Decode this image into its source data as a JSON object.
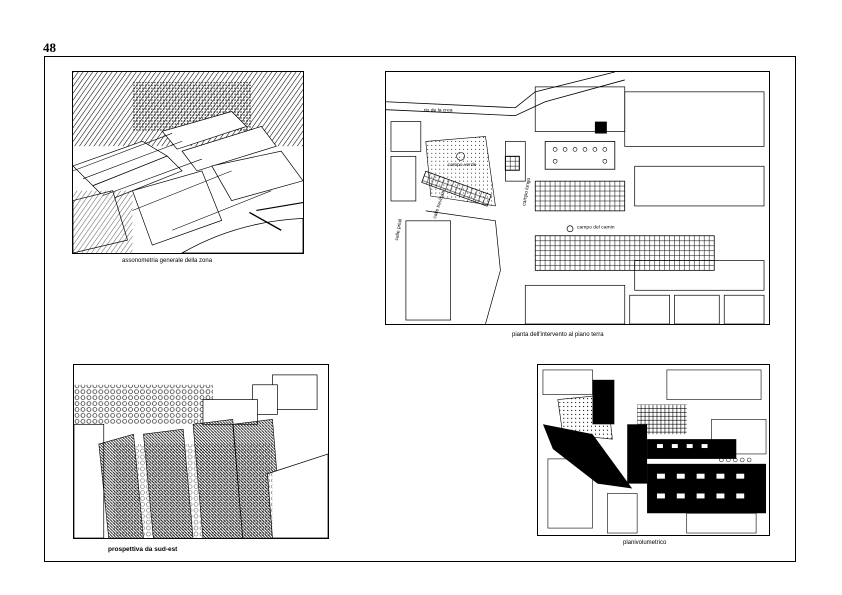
{
  "page": {
    "number": "48"
  },
  "plates": {
    "axonometry": {
      "caption": "assonometria generale della zona"
    },
    "ground_plan": {
      "caption": "pianta dell'intervento al piano terra",
      "labels": {
        "rio": "rio de la crea",
        "campo_verde": "campo verde",
        "campo_lungo": "campo lungo",
        "campo_camin": "campo del camin",
        "calle_priuli": "calle priuli",
        "calle_trevisan": "calle trevisan"
      }
    },
    "perspective": {
      "caption": "prospettiva da sud-est"
    },
    "planivolumetric": {
      "caption": "planivolumetrico"
    }
  }
}
